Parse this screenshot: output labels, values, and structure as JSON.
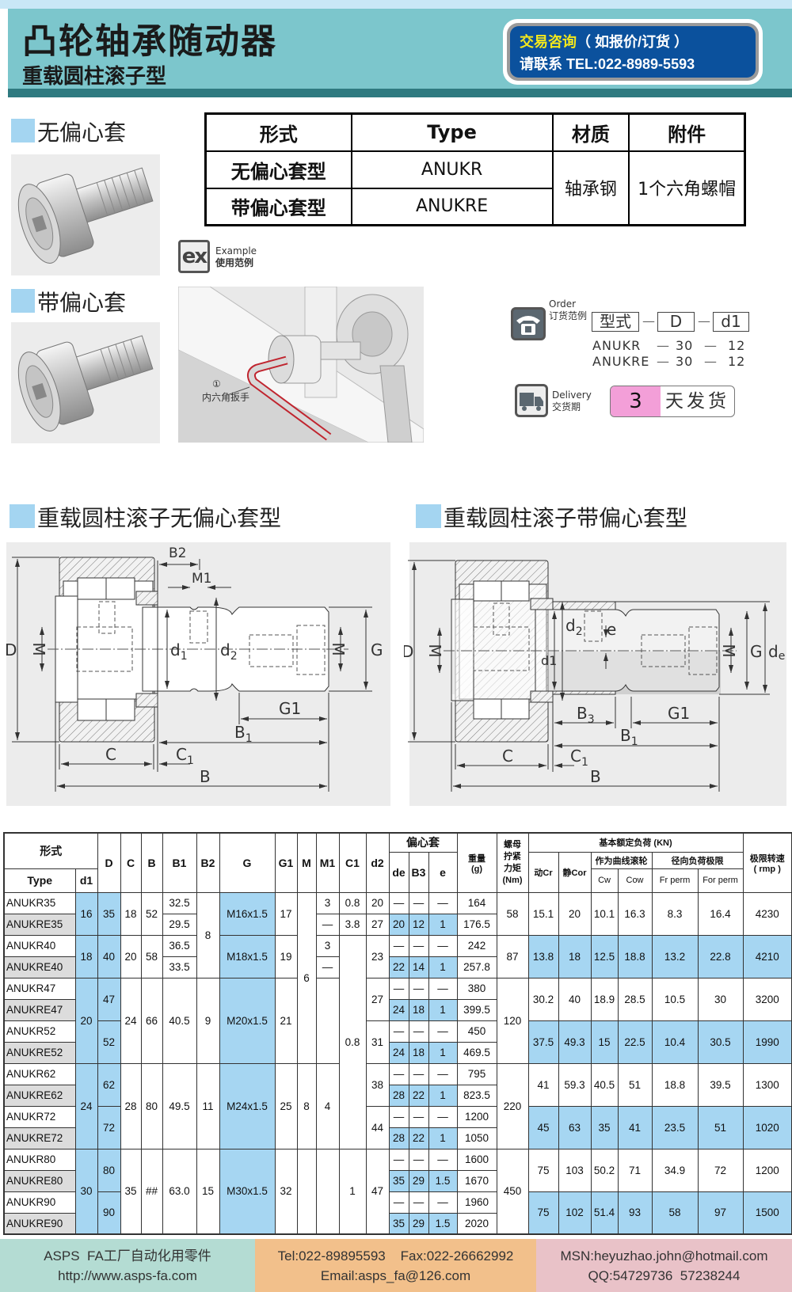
{
  "header": {
    "title": "凸轮轴承随动器",
    "subtitle": "重载圆柱滚子型",
    "contact_line1_highlight": "交易咨询",
    "contact_line1_rest": "（ 如报价/订货 ）",
    "contact_line2": "请联系 TEL:022-8989-5593"
  },
  "variants": {
    "no_sleeve_label": "无偏心套",
    "with_sleeve_label": "带偏心套"
  },
  "type_table": {
    "headers": [
      "形式",
      "Type",
      "材质",
      "附件"
    ],
    "rows": [
      {
        "form": "无偏心套型",
        "type": "ANUKR"
      },
      {
        "form": "带偏心套型",
        "type": "ANUKRE"
      }
    ],
    "material": "轴承钢",
    "accessory": "1个六角螺帽"
  },
  "example": {
    "icon_text": "ex",
    "label_en": "Example",
    "label_cn": "使用范例",
    "callout_number": "①",
    "callout_label": "内六角扳手"
  },
  "order": {
    "label_en": "Order",
    "label_cn": "订货范例",
    "fields": [
      "型式",
      "D",
      "d1"
    ],
    "dash": "—",
    "examples": [
      {
        "type": "ANUKR",
        "D": "30",
        "d1": "12"
      },
      {
        "type": "ANUKRE",
        "D": "30",
        "d1": "12"
      }
    ]
  },
  "delivery": {
    "label_en": "Delivery",
    "label_cn": "交货期",
    "days": "3",
    "text": "天发货"
  },
  "sections": {
    "left": "重载圆柱滚子无偏心套型",
    "right": "重载圆柱滚子带偏心套型"
  },
  "drawing_left": {
    "D": "D",
    "M": "M",
    "d1": "d",
    "d1_sub": "1",
    "d2": "d",
    "d2_sub": "2",
    "M_right": "M",
    "G": "G",
    "B2": "B2",
    "M1": "M1",
    "G1": "G1",
    "B1": "B",
    "B1_sub": "1",
    "C": "C",
    "C1": "C",
    "C1_sub": "1",
    "B": "B"
  },
  "drawing_right": {
    "D": "D",
    "M": "M",
    "d1": "d1",
    "d2": "d",
    "d2_sub": "2",
    "e": "e",
    "M_right": "M",
    "G": "G",
    "de": "d",
    "de_sub": "e",
    "B3": "B",
    "B3_sub": "3",
    "G1": "G1",
    "B1": "B",
    "B1_sub": "1",
    "C": "C",
    "C1": "C",
    "C1_sub": "1",
    "B": "B"
  },
  "spec_table": {
    "headers": {
      "form": "形式",
      "type": "Type",
      "d1": "d1",
      "D": "D",
      "C": "C",
      "B": "B",
      "B1": "B1",
      "B2": "B2",
      "G": "G",
      "G1": "G1",
      "M": "M",
      "M1": "M1",
      "C1": "C1",
      "d2": "d2",
      "sleeve": "偏心套",
      "de": "de",
      "B3": "B3",
      "e": "e",
      "weight": "重量",
      "weight_unit": "(g)",
      "torque_1": "螺母",
      "torque_2": "拧紧",
      "torque_3": "力矩",
      "torque_unit": "(Nm)",
      "load": "基本额定负荷 (KN)",
      "cr": "动Cr",
      "cor": "静Cor",
      "curve": "作为曲线滚轮",
      "cw": "Cw",
      "cow": "Cow",
      "radial": "径向负荷极限",
      "fr": "Fr perm",
      "for": "For perm",
      "speed": "极限转速",
      "speed_unit": "( rmp )"
    },
    "rows": [
      {
        "type": "ANUKR35",
        "de": "—",
        "B3": "—",
        "e": "—",
        "weight": "164"
      },
      {
        "type": "ANUKRE35",
        "de": "20",
        "B3": "12",
        "e": "1",
        "weight": "176.5"
      },
      {
        "type": "ANUKR40",
        "de": "—",
        "B3": "—",
        "e": "—",
        "weight": "242"
      },
      {
        "type": "ANUKRE40",
        "de": "22",
        "B3": "14",
        "e": "1",
        "weight": "257.8"
      },
      {
        "type": "ANUKR47",
        "de": "—",
        "B3": "—",
        "e": "—",
        "weight": "380"
      },
      {
        "type": "ANUKRE47",
        "de": "24",
        "B3": "18",
        "e": "1",
        "weight": "399.5"
      },
      {
        "type": "ANUKR52",
        "de": "—",
        "B3": "—",
        "e": "—",
        "weight": "450"
      },
      {
        "type": "ANUKRE52",
        "de": "24",
        "B3": "18",
        "e": "1",
        "weight": "469.5"
      },
      {
        "type": "ANUKR62",
        "de": "—",
        "B3": "—",
        "e": "—",
        "weight": "795"
      },
      {
        "type": "ANUKRE62",
        "de": "28",
        "B3": "22",
        "e": "1",
        "weight": "823.5"
      },
      {
        "type": "ANUKR72",
        "de": "—",
        "B3": "—",
        "e": "—",
        "weight": "1200"
      },
      {
        "type": "ANUKRE72",
        "de": "28",
        "B3": "22",
        "e": "1",
        "weight": "1050"
      },
      {
        "type": "ANUKR80",
        "de": "—",
        "B3": "—",
        "e": "—",
        "weight": "1600"
      },
      {
        "type": "ANUKRE80",
        "de": "35",
        "B3": "29",
        "e": "1.5",
        "weight": "1670"
      },
      {
        "type": "ANUKR90",
        "de": "—",
        "B3": "—",
        "e": "—",
        "weight": "1960"
      },
      {
        "type": "ANUKRE90",
        "de": "35",
        "B3": "29",
        "e": "1.5",
        "weight": "2020"
      }
    ],
    "grouped": {
      "d1": [
        [
          "16",
          2
        ],
        [
          "18",
          2
        ],
        [
          "20",
          4
        ],
        [
          "24",
          4
        ],
        [
          "30",
          4
        ]
      ],
      "D": [
        [
          "35",
          2
        ],
        [
          "40",
          2
        ],
        [
          "47",
          2
        ],
        [
          "52",
          2
        ],
        [
          "62",
          2
        ],
        [
          "72",
          2
        ],
        [
          "80",
          2
        ],
        [
          "90",
          2
        ]
      ],
      "C": [
        [
          "18",
          2
        ],
        [
          "20",
          2
        ],
        [
          "24",
          4
        ],
        [
          "28",
          4
        ],
        [
          "35",
          4
        ]
      ],
      "B": [
        [
          "52",
          2
        ],
        [
          "58",
          2
        ],
        [
          "66",
          4
        ],
        [
          "80",
          4
        ],
        [
          "##",
          4
        ]
      ],
      "B1": [
        [
          "32.5",
          1
        ],
        [
          "29.5",
          1
        ],
        [
          "36.5",
          1
        ],
        [
          "33.5",
          1
        ],
        [
          "40.5",
          4
        ],
        [
          "49.5",
          4
        ],
        [
          "63.0",
          4
        ]
      ],
      "B2": [
        [
          "8",
          4
        ],
        [
          "9",
          4
        ],
        [
          "11",
          4
        ],
        [
          "15",
          4
        ]
      ],
      "G": [
        [
          "M16x1.5",
          2
        ],
        [
          "M18x1.5",
          2
        ],
        [
          "M20x1.5",
          4
        ],
        [
          "M24x1.5",
          4
        ],
        [
          "M30x1.5",
          4
        ]
      ],
      "G1": [
        [
          "17",
          2
        ],
        [
          "19",
          2
        ],
        [
          "21",
          4
        ],
        [
          "25",
          4
        ],
        [
          "32",
          4
        ]
      ],
      "M": [
        [
          "6",
          8
        ],
        [
          "8",
          4
        ],
        [
          "",
          4
        ]
      ],
      "M1": [
        [
          "3",
          1
        ],
        [
          "—",
          1
        ],
        [
          "3",
          1
        ],
        [
          "—",
          1
        ],
        [
          "",
          4
        ],
        [
          "4",
          4
        ],
        [
          "",
          4
        ]
      ],
      "C1": [
        [
          "0.8",
          1
        ],
        [
          "3.8",
          1
        ],
        [
          "0.8",
          10
        ],
        [
          "1",
          4
        ]
      ],
      "d2": [
        [
          "20",
          1
        ],
        [
          "27",
          1
        ],
        [
          "23",
          2
        ],
        [
          "27",
          2
        ],
        [
          "31",
          2
        ],
        [
          "38",
          2
        ],
        [
          "44",
          2
        ],
        [
          "47",
          4
        ]
      ],
      "torque": [
        [
          "58",
          2
        ],
        [
          "87",
          2
        ],
        [
          "120",
          4
        ],
        [
          "220",
          4
        ],
        [
          "450",
          4
        ]
      ]
    },
    "loads": [
      {
        "cr": "15.1",
        "cor": "20",
        "cw": "10.1",
        "cow": "16.3",
        "fr": "8.3",
        "for": "16.4",
        "rpm": "4230"
      },
      {
        "cr": "13.8",
        "cor": "18",
        "cw": "12.5",
        "cow": "18.8",
        "fr": "13.2",
        "for": "22.8",
        "rpm": "4210"
      },
      {
        "cr": "30.2",
        "cor": "40",
        "cw": "18.9",
        "cow": "28.5",
        "fr": "10.5",
        "for": "30",
        "rpm": "3200"
      },
      {
        "cr": "37.5",
        "cor": "49.3",
        "cw": "15",
        "cow": "22.5",
        "fr": "10.4",
        "for": "30.5",
        "rpm": "1990"
      },
      {
        "cr": "41",
        "cor": "59.3",
        "cw": "40.5",
        "cow": "51",
        "fr": "18.8",
        "for": "39.5",
        "rpm": "1300"
      },
      {
        "cr": "45",
        "cor": "63",
        "cw": "35",
        "cow": "41",
        "fr": "23.5",
        "for": "51",
        "rpm": "1020"
      },
      {
        "cr": "75",
        "cor": "103",
        "cw": "50.2",
        "cow": "71",
        "fr": "34.9",
        "for": "72",
        "rpm": "1200"
      },
      {
        "cr": "75",
        "cor": "102",
        "cw": "51.4",
        "cow": "93",
        "fr": "58",
        "for": "97",
        "rpm": "1500"
      }
    ]
  },
  "footer": {
    "company": "ASPS  FA工厂自动化用零件",
    "website": "http://www.asps-fa.com",
    "tel_fax": "Tel:022-89895593    Fax:022-26662992",
    "email": "Email:asps_fa@126.com",
    "msn": "MSN:heyuzhao.john@hotmail.com",
    "qq": "QQ:54729736  57238244"
  },
  "colors": {
    "teal": "#7cc6cc",
    "blue_cell": "#a6d6f2",
    "contact_blue": "#0b519d",
    "pink": "#f39fd8",
    "footer_teal": "#b4dcd3",
    "footer_orange": "#f2c08b",
    "footer_pink": "#e9c2c8"
  }
}
